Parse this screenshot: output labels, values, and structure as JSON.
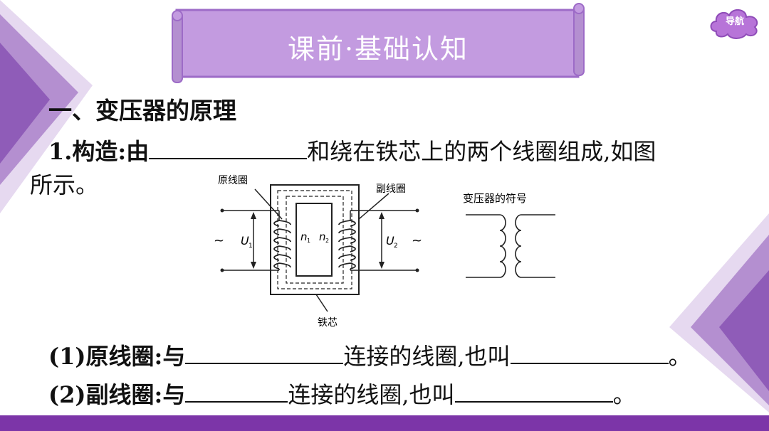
{
  "header": {
    "title": "课前·基础认知",
    "nav_label": "导航"
  },
  "section": {
    "heading": "一、变压器的原理",
    "item1_prefix": "1.构造:由",
    "item1_suffix": "和绕在铁芯上的两个线圈组成,如图",
    "item1_cont": "所示。",
    "sub1_prefix": "(1)原线圈:与",
    "sub1_mid": "连接的线圈,也叫",
    "sub1_end": "。",
    "sub2_prefix": "(2)副线圈:与",
    "sub2_mid": "连接的线圈,也叫",
    "sub2_end": "。"
  },
  "figure": {
    "primary_coil_label": "原线圈",
    "secondary_coil_label": "副线圈",
    "core_label": "铁芯",
    "u1_label": "U",
    "u1_sub": "1",
    "u2_label": "U",
    "u2_sub": "2",
    "n1_label": "n",
    "n1_sub": "1",
    "n2_label": "n",
    "n2_sub": "2",
    "ac_symbol": "~",
    "symbol_caption": "变压器的符号"
  },
  "colors": {
    "accent": "#7c35a8",
    "banner": "#c39be0",
    "banner_border": "#9d6bc7"
  }
}
